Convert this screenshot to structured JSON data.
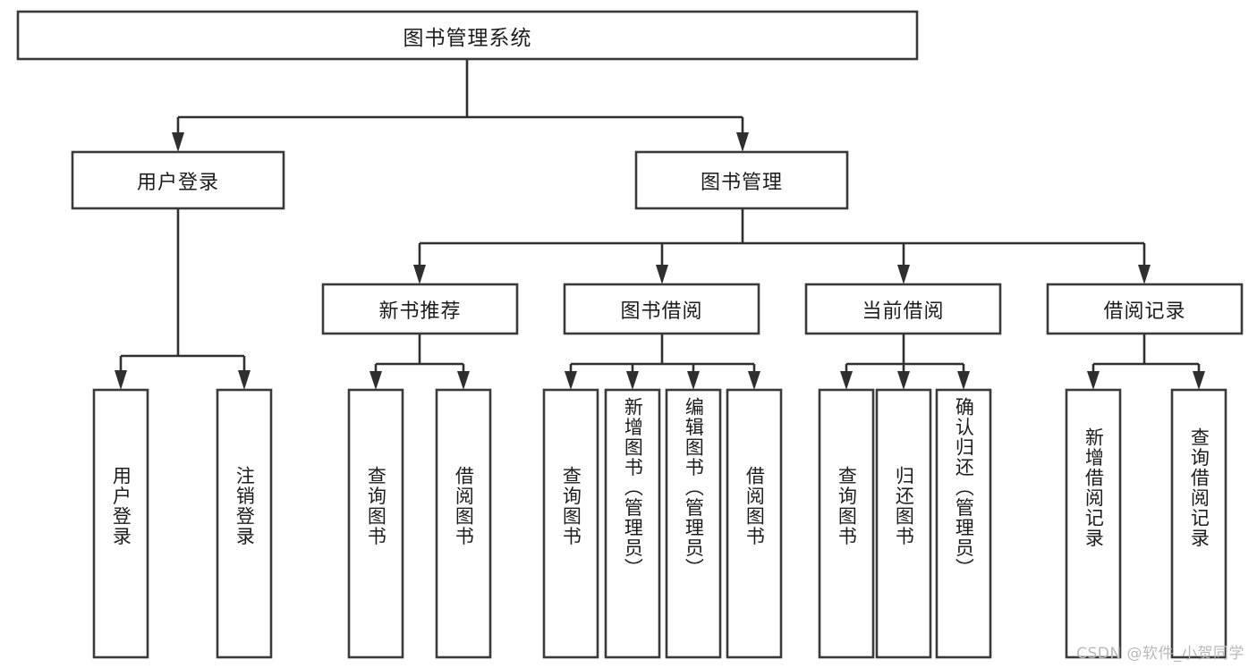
{
  "diagram": {
    "title": "图书管理系统",
    "type": "tree-hierarchy-chart",
    "orientation": "top-down",
    "box_fill": "#ffffff",
    "box_stroke": "#3a3a3a",
    "connector_color": "#2f2f2f",
    "text_color": "#1c1c1c"
  },
  "root": {
    "label": "图书管理系统"
  },
  "level2": {
    "user_login": {
      "label": "用户登录"
    },
    "book_manage": {
      "label": "图书管理"
    }
  },
  "level3": {
    "new_book_recommend": {
      "label": "新书推荐"
    },
    "book_borrow": {
      "label": "图书借阅"
    },
    "current_borrow": {
      "label": "当前借阅"
    },
    "borrow_record": {
      "label": "借阅记录"
    }
  },
  "leaves": {
    "user_login": [
      {
        "label": "用户登录"
      },
      {
        "label": "注销登录"
      }
    ],
    "new_book_recommend": [
      {
        "label": "查询图书"
      },
      {
        "label": "借阅图书"
      }
    ],
    "book_borrow": [
      {
        "label": "查询图书"
      },
      {
        "label": "新增图书（管理员）"
      },
      {
        "label": "编辑图书（管理员）"
      },
      {
        "label": "借阅图书"
      }
    ],
    "current_borrow": [
      {
        "label": "查询图书"
      },
      {
        "label": "归还图书"
      },
      {
        "label": "确认归还（管理员）"
      }
    ],
    "borrow_record": [
      {
        "label": "新增借阅记录"
      },
      {
        "label": "查询借阅记录"
      }
    ]
  },
  "watermark": {
    "text": "CSDN @软件_小贺同学"
  }
}
